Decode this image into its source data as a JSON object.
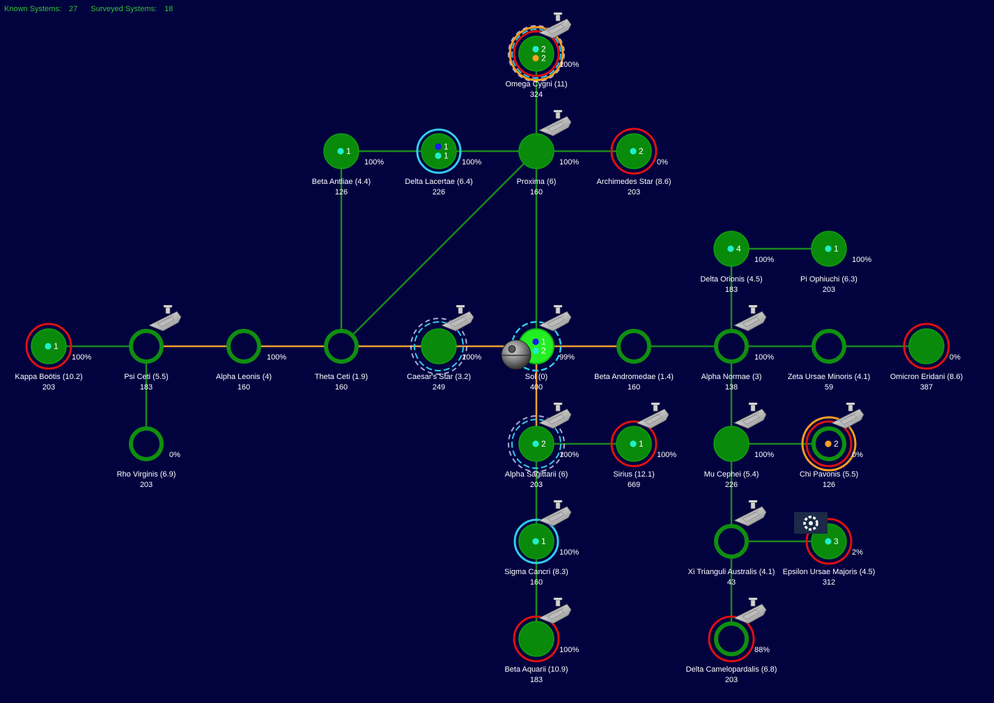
{
  "hud": {
    "known_label": "Known Systems:",
    "known_count": "27",
    "surveyed_label": "Surveyed Systems:",
    "surveyed_count": "18"
  },
  "colors": {
    "background": "#02023f",
    "system_fill": "#0a8a0a",
    "system_ring": "#0f8f0f",
    "home_fill": "#22ee22",
    "jump_link": "#1a8a1a",
    "player_route": "#f0a030",
    "hostile_ring": "#dd1111",
    "contact_ring": "#ffa020",
    "sensor_ring": "#33ccee",
    "label_text": "#ffffff",
    "hud_text": "#33c233"
  },
  "systems": [
    {
      "id": "omega-cygni",
      "name": "Omega Cygni",
      "jumps": "(11)",
      "distance": "324",
      "pct": "100%",
      "style": "filled",
      "rings": [
        "contact",
        "hostile"
      ],
      "sensor": "dashed",
      "ship": true,
      "pops": [
        {
          "color": "cyan",
          "n": "2"
        },
        {
          "color": "orange",
          "n": "2"
        }
      ]
    },
    {
      "id": "beta-antliae",
      "name": "Beta Antliae",
      "jumps": "(4.4)",
      "distance": "126",
      "pct": "100%",
      "style": "filled",
      "rings": [],
      "ship": false,
      "pops": [
        {
          "color": "cyan",
          "n": "1"
        }
      ]
    },
    {
      "id": "delta-lacertae",
      "name": "Delta Lacertae",
      "jumps": "(6.4)",
      "distance": "226",
      "pct": "100%",
      "style": "filled",
      "rings": [
        "cyan"
      ],
      "ship": false,
      "pops": [
        {
          "color": "blue",
          "n": "1"
        },
        {
          "color": "cyan",
          "n": "1"
        }
      ]
    },
    {
      "id": "proxima",
      "name": "Proxima",
      "jumps": "(6)",
      "distance": "160",
      "pct": "100%",
      "style": "filled",
      "rings": [],
      "ship": true,
      "pops": []
    },
    {
      "id": "archimedes-star",
      "name": "Archimedes Star",
      "jumps": "(8.6)",
      "distance": "203",
      "pct": "0%",
      "style": "filled",
      "rings": [
        "hostile"
      ],
      "ship": false,
      "pops": [
        {
          "color": "cyan",
          "n": "2"
        }
      ]
    },
    {
      "id": "delta-orionis",
      "name": "Delta Orionis",
      "jumps": "(4.5)",
      "distance": "183",
      "pct": "100%",
      "style": "filled",
      "rings": [],
      "ship": false,
      "pops": [
        {
          "color": "cyan",
          "n": "4"
        }
      ]
    },
    {
      "id": "pi-ophiuchi",
      "name": "Pi Ophiuchi",
      "jumps": "(6.3)",
      "distance": "203",
      "pct": "100%",
      "style": "filled",
      "rings": [],
      "ship": false,
      "pops": [
        {
          "color": "cyan",
          "n": "1"
        }
      ]
    },
    {
      "id": "kappa-bootis",
      "name": "Kappa Boötis",
      "jumps": "(10.2)",
      "distance": "203",
      "pct": "100%",
      "style": "filled",
      "rings": [
        "hostile"
      ],
      "ship": false,
      "pops": [
        {
          "color": "cyan",
          "n": "1"
        }
      ]
    },
    {
      "id": "psi-ceti",
      "name": "Psi Ceti",
      "jumps": "(5.5)",
      "distance": "183",
      "pct": "",
      "style": "ring",
      "rings": [],
      "ship": true,
      "pops": []
    },
    {
      "id": "alpha-leonis",
      "name": "Alpha Leonis",
      "jumps": "(4)",
      "distance": "160",
      "pct": "100%",
      "style": "ring",
      "rings": [],
      "ship": false,
      "pops": []
    },
    {
      "id": "theta-ceti",
      "name": "Theta Ceti",
      "jumps": "(1.9)",
      "distance": "160",
      "pct": "",
      "style": "ring",
      "rings": [],
      "ship": false,
      "pops": []
    },
    {
      "id": "caesars-star",
      "name": "Caesar's Star",
      "jumps": "(3.2)",
      "distance": "249",
      "pct": "100%",
      "style": "filled",
      "rings": [],
      "sensor": "dashed",
      "ship": true,
      "pops": []
    },
    {
      "id": "sol",
      "name": "Sol",
      "jumps": "(0)",
      "distance": "400",
      "pct": "99%",
      "style": "home",
      "rings": [],
      "sensor": "dashed-cyan",
      "ship": true,
      "station": true,
      "pops": [
        {
          "color": "blue",
          "n": "1"
        },
        {
          "color": "cyan",
          "n": "2"
        }
      ]
    },
    {
      "id": "beta-andromedae",
      "name": "Beta Andromedae",
      "jumps": "(1.4)",
      "distance": "160",
      "pct": "",
      "style": "ring",
      "rings": [],
      "ship": false,
      "pops": []
    },
    {
      "id": "alpha-normae",
      "name": "Alpha Normae",
      "jumps": "(3)",
      "distance": "138",
      "pct": "100%",
      "style": "ring",
      "rings": [],
      "ship": true,
      "pops": []
    },
    {
      "id": "zeta-ursae-minoris",
      "name": "Zeta Ursae Minoris",
      "jumps": "(4.1)",
      "distance": "59",
      "pct": "",
      "style": "ring",
      "rings": [],
      "ship": false,
      "pops": []
    },
    {
      "id": "omicron-eridani",
      "name": "Omicron Eridani",
      "jumps": "(8.6)",
      "distance": "387",
      "pct": "0%",
      "style": "filled",
      "rings": [
        "hostile"
      ],
      "ship": false,
      "pops": []
    },
    {
      "id": "rho-virginis",
      "name": "Rho Virginis",
      "jumps": "(6.9)",
      "distance": "203",
      "pct": "0%",
      "style": "ring",
      "rings": [],
      "ship": false,
      "pops": []
    },
    {
      "id": "alpha-sagittarii",
      "name": "Alpha Sagittarii",
      "jumps": "(6)",
      "distance": "203",
      "pct": "100%",
      "style": "filled",
      "rings": [],
      "sensor": "dashed",
      "ship": true,
      "pops": [
        {
          "color": "cyan",
          "n": "2"
        }
      ]
    },
    {
      "id": "sirius",
      "name": "Sirius",
      "jumps": "(12.1)",
      "distance": "669",
      "pct": "100%",
      "style": "filled",
      "rings": [
        "hostile"
      ],
      "ship": true,
      "pops": [
        {
          "color": "cyan",
          "n": "1"
        }
      ]
    },
    {
      "id": "mu-cephei",
      "name": "Mu Cephei",
      "jumps": "(5.4)",
      "distance": "226",
      "pct": "100%",
      "style": "filled",
      "rings": [],
      "ship": true,
      "pops": []
    },
    {
      "id": "chi-pavonis",
      "name": "Chi Pavonis",
      "jumps": "(5.5)",
      "distance": "126",
      "pct": "0%",
      "style": "ring",
      "rings": [
        "contact",
        "hostile"
      ],
      "ship": true,
      "pops": [
        {
          "color": "orange",
          "n": "2"
        }
      ]
    },
    {
      "id": "sigma-cancri",
      "name": "Sigma Cancri",
      "jumps": "(8.3)",
      "distance": "160",
      "pct": "100%",
      "style": "filled",
      "rings": [
        "cyan"
      ],
      "ship": true,
      "pops": [
        {
          "color": "cyan",
          "n": "1"
        }
      ]
    },
    {
      "id": "xi-trianguli-australis",
      "name": "Xi Trianguli Australis",
      "jumps": "(4.1)",
      "distance": "43",
      "pct": "",
      "style": "ring",
      "rings": [],
      "ship": true,
      "pops": []
    },
    {
      "id": "epsilon-ursae-majoris",
      "name": "Epsilon Ursae Majoris",
      "jumps": "(4.5)",
      "distance": "312",
      "pct": "2%",
      "style": "filled",
      "rings": [
        "hostile"
      ],
      "ship": false,
      "jumpgate": true,
      "pops": [
        {
          "color": "cyan",
          "n": "3"
        }
      ]
    },
    {
      "id": "beta-aquarii",
      "name": "Beta Aquarii",
      "jumps": "(10.9)",
      "distance": "183",
      "pct": "100%",
      "style": "filled",
      "rings": [
        "hostile"
      ],
      "ship": true,
      "pops": []
    },
    {
      "id": "delta-camelopardalis",
      "name": "Delta Camelopardalis",
      "jumps": "(6.8)",
      "distance": "203",
      "pct": "88%",
      "style": "ring",
      "rings": [
        "hostile"
      ],
      "ship": true,
      "pops": []
    }
  ],
  "links": [
    {
      "a": "omega-cygni",
      "b": "proxima",
      "kind": "jump"
    },
    {
      "a": "beta-antliae",
      "b": "delta-lacertae",
      "kind": "jump"
    },
    {
      "a": "delta-lacertae",
      "b": "proxima",
      "kind": "jump"
    },
    {
      "a": "proxima",
      "b": "archimedes-star",
      "kind": "jump"
    },
    {
      "a": "beta-antliae",
      "b": "theta-ceti",
      "kind": "jump"
    },
    {
      "a": "proxima",
      "b": "theta-ceti",
      "kind": "jump"
    },
    {
      "a": "proxima",
      "b": "sol",
      "kind": "jump"
    },
    {
      "a": "delta-orionis",
      "b": "pi-ophiuchi",
      "kind": "jump"
    },
    {
      "a": "delta-orionis",
      "b": "alpha-normae",
      "kind": "jump"
    },
    {
      "a": "kappa-bootis",
      "b": "psi-ceti",
      "kind": "jump"
    },
    {
      "a": "psi-ceti",
      "b": "alpha-leonis",
      "kind": "route"
    },
    {
      "a": "alpha-leonis",
      "b": "theta-ceti",
      "kind": "route"
    },
    {
      "a": "theta-ceti",
      "b": "caesars-star",
      "kind": "route"
    },
    {
      "a": "caesars-star",
      "b": "sol",
      "kind": "route"
    },
    {
      "a": "sol",
      "b": "beta-andromedae",
      "kind": "route"
    },
    {
      "a": "beta-andromedae",
      "b": "alpha-normae",
      "kind": "jump"
    },
    {
      "a": "alpha-normae",
      "b": "zeta-ursae-minoris",
      "kind": "jump"
    },
    {
      "a": "zeta-ursae-minoris",
      "b": "omicron-eridani",
      "kind": "jump"
    },
    {
      "a": "psi-ceti",
      "b": "rho-virginis",
      "kind": "jump"
    },
    {
      "a": "sol",
      "b": "alpha-sagittarii",
      "kind": "route"
    },
    {
      "a": "alpha-sagittarii",
      "b": "sirius",
      "kind": "jump"
    },
    {
      "a": "alpha-sagittarii",
      "b": "sigma-cancri",
      "kind": "jump"
    },
    {
      "a": "sigma-cancri",
      "b": "beta-aquarii",
      "kind": "jump"
    },
    {
      "a": "alpha-normae",
      "b": "mu-cephei",
      "kind": "jump"
    },
    {
      "a": "mu-cephei",
      "b": "chi-pavonis",
      "kind": "jump"
    },
    {
      "a": "mu-cephei",
      "b": "xi-trianguli-australis",
      "kind": "jump"
    },
    {
      "a": "xi-trianguli-australis",
      "b": "epsilon-ursae-majoris",
      "kind": "jump"
    },
    {
      "a": "xi-trianguli-australis",
      "b": "delta-camelopardalis",
      "kind": "jump"
    }
  ]
}
